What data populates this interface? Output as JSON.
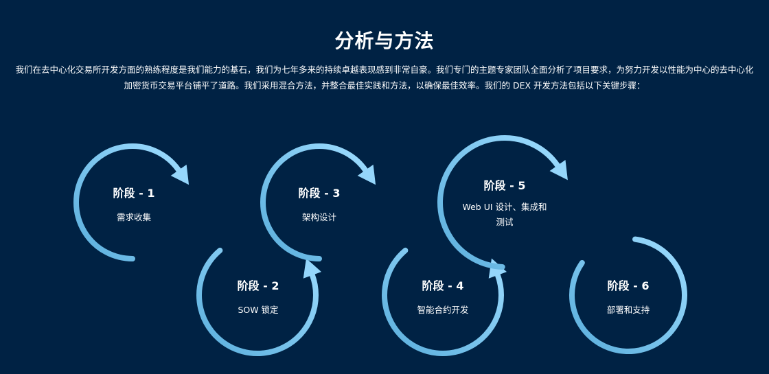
{
  "section": {
    "title": "分析与方法",
    "intro": "我们在去中心化交易所开发方面的熟练程度是我们能力的基石，我们为七年多来的持续卓越表现感到非常自豪。我们专门的主题专家团队全面分析了项目要求，为努力开发以性能为中心的去中心化加密货币交易平台铺平了道路。我们采用混合方法，并整合最佳实践和方法，以确保最佳效率。我们的 DEX 开发方法包括以下关键步骤："
  },
  "colors": {
    "background": "#002244",
    "arc_start": "#5aaedc",
    "arc_end": "#9ddcff"
  },
  "stages": [
    {
      "title": "阶段 - 1",
      "subtitle": "需求收集"
    },
    {
      "title": "阶段 - 2",
      "subtitle": "SOW 锁定"
    },
    {
      "title": "阶段 - 3",
      "subtitle": "架构设计"
    },
    {
      "title": "阶段 - 4",
      "subtitle": "智能合约开发"
    },
    {
      "title": "阶段 - 5",
      "subtitle": "Web UI 设计、集成和测试"
    },
    {
      "title": "阶段 - 6",
      "subtitle": "部署和支持"
    }
  ]
}
